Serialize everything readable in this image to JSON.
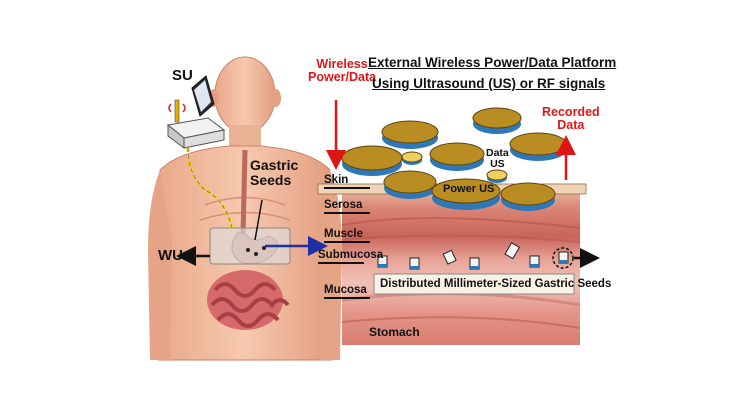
{
  "figure": {
    "title_line1": "External Wireless Power/Data Platform",
    "title_line2": "Using Ultrasound (US) or RF signals",
    "wireless_label": "Wireless\nPower/Data",
    "recorded_label": "Recorded\nData",
    "su_label": "SU",
    "wu_label": "WU",
    "gastric_seeds_label": "Gastric\nSeeds",
    "data_us_label": "Data\nUS",
    "power_us_label": "Power US",
    "layers": [
      "Skin",
      "Serosa",
      "Muscle",
      "Submucosa",
      "Mucosa"
    ],
    "seeds_caption": "Distributed Millimeter-Sized Gastric Seeds",
    "stomach_label": "Stomach",
    "colors": {
      "red_text": "#e01515",
      "arrow_blue": "#1f2fa8",
      "transducer_gold": "#b98d22",
      "transducer_blue": "#2f78b8",
      "skin_band": "#f2d4b4",
      "muscle": "#c9645a"
    }
  }
}
